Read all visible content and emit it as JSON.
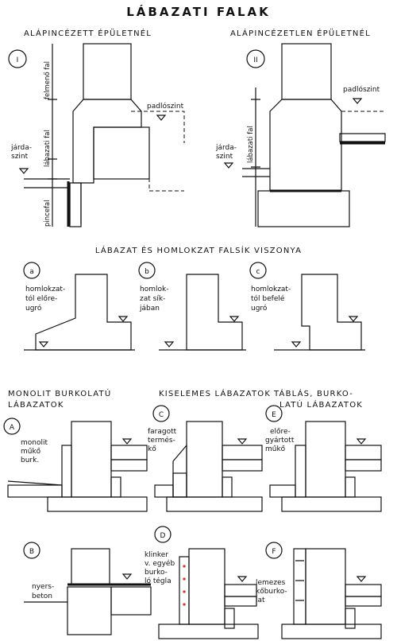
{
  "title": "LÁBAZATI FALAK",
  "top": {
    "left": {
      "caption": "ALÁPINCÉZETT ÉPÜLETNÉL",
      "numeral": "I",
      "labels": {
        "felmeno": "felmenő fal",
        "lab_fal": "lábazati fal",
        "pince": "pincefal",
        "padlo": "padlószint",
        "jarda1": "járda-",
        "jarda2": "szint"
      }
    },
    "right": {
      "caption": "ALÁPINCÉZETLEN ÉPÜLETNÉL",
      "numeral": "II",
      "labels": {
        "lab_fal": "lábazati fal",
        "padlo": "padlószint",
        "jarda1": "járda-",
        "jarda2": "szint"
      }
    }
  },
  "middle": {
    "caption": "LÁBAZAT ÉS HOMLOKZAT FALSÍK VISZONYA",
    "a": {
      "letter": "a",
      "lines": [
        "homlokzat-",
        "tól előre-",
        "ugró"
      ]
    },
    "b": {
      "letter": "b",
      "lines": [
        "homlok-",
        "zat sík-",
        "jában"
      ]
    },
    "c": {
      "letter": "c",
      "lines": [
        "homlokzat-",
        "tól befelé",
        "ugró"
      ]
    }
  },
  "bottom": {
    "headers": {
      "monolit1": "MONOLIT BURKOLATÚ",
      "monolit2": "LÁBAZATOK",
      "kiselemes": "KISELEMES LÁBAZATOK",
      "tablas1": "TÁBLÁS, BURKO-",
      "tablas2": "LATÚ LÁBAZATOK"
    },
    "A": {
      "letter": "A",
      "lines": [
        "monolit",
        "műkő",
        "burk."
      ]
    },
    "C": {
      "letter": "C",
      "lines": [
        "faragott",
        "termés-",
        "kő"
      ]
    },
    "E": {
      "letter": "E",
      "lines": [
        "előre-",
        "gyártott",
        "műkő"
      ]
    },
    "B": {
      "letter": "B",
      "lines": [
        "nyers-",
        "beton"
      ]
    },
    "D": {
      "letter": "D",
      "lines": [
        "klinker",
        "v. egyéb",
        "burko-",
        "ló tégla"
      ]
    },
    "F": {
      "letter": "F",
      "lines": [
        "lemezes",
        "kőburko-",
        "lat"
      ]
    }
  },
  "colors": {
    "pink": "#f2c9c9",
    "pinkLine": "#b88",
    "green": "#dff0a8",
    "yellow": "#f6f0a0",
    "blue": "#5b8fd6",
    "lightBlue": "#c9d8ee",
    "gray": "#777"
  }
}
